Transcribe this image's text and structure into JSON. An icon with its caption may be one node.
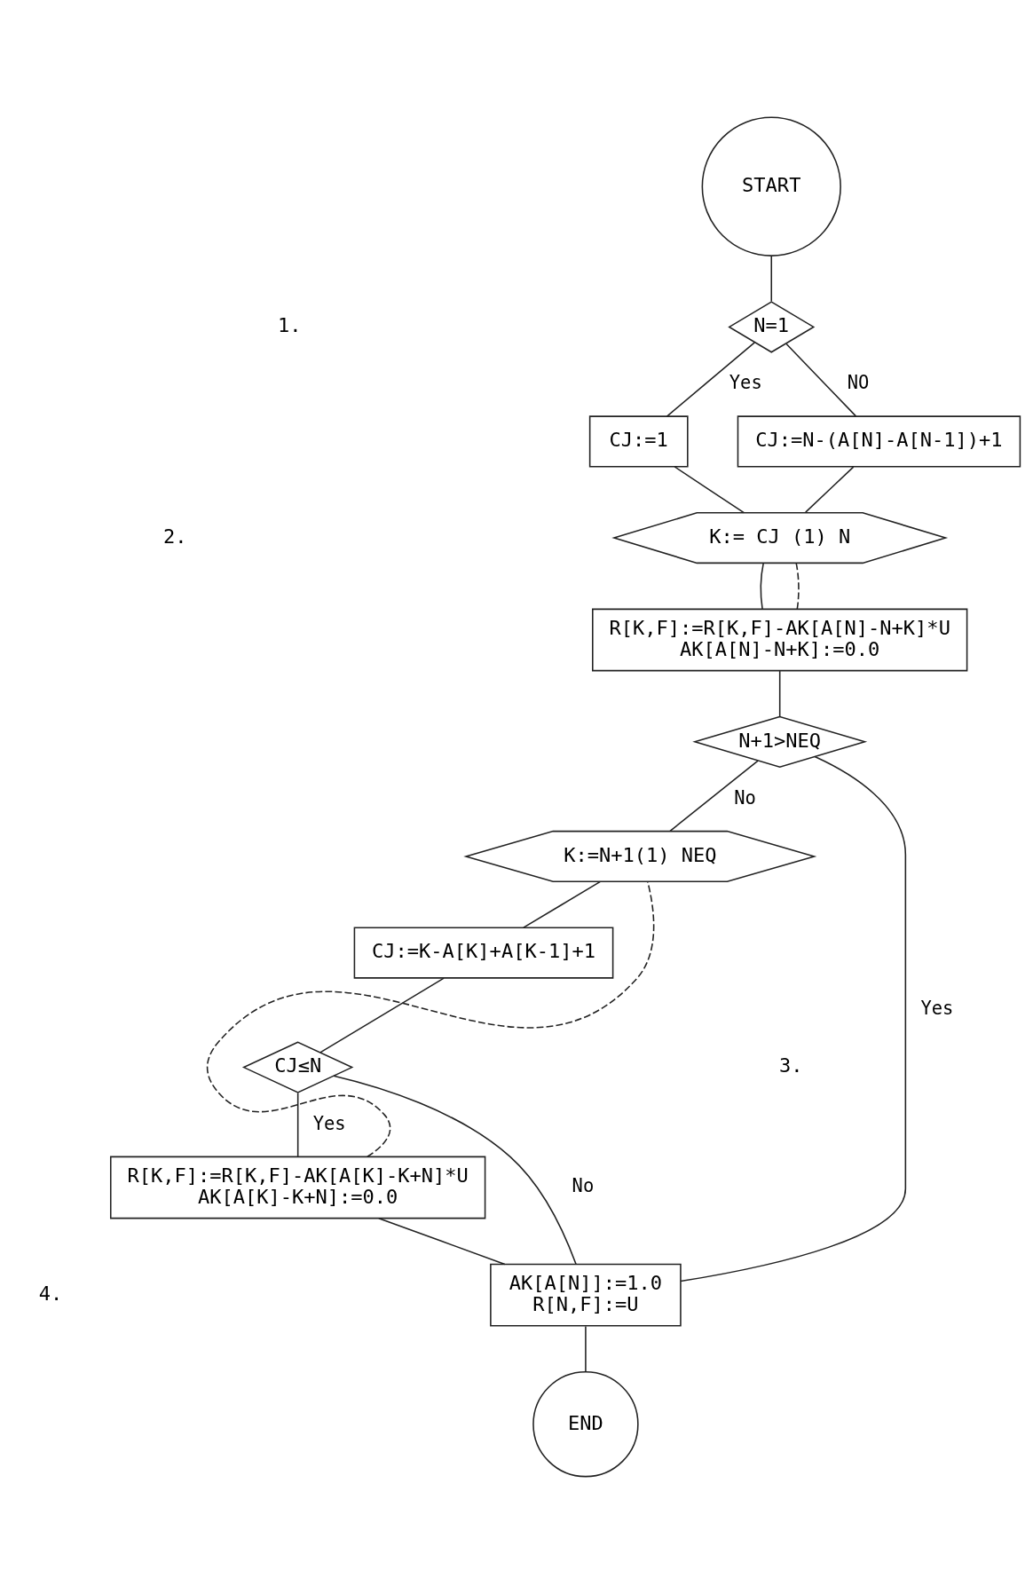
{
  "diagram": {
    "nodes": [
      {
        "text": [
          "START"
        ]
      },
      {
        "text": [
          "N=1"
        ]
      },
      {
        "text": [
          "CJ:=1"
        ]
      },
      {
        "text": [
          "CJ:=N-(A[N]-A[N-1])+1"
        ]
      },
      {
        "text": [
          "K:= CJ (1) N"
        ]
      },
      {
        "text": [
          "R[K,F]:=R[K,F]-AK[A[N]-N+K]*U",
          "AK[A[N]-N+K]:=0.0"
        ]
      },
      {
        "text": [
          "N+1>NEQ"
        ]
      },
      {
        "text": [
          "K:=N+1(1) NEQ"
        ]
      },
      {
        "text": [
          "CJ:=K-A[K]+A[K-1]+1"
        ]
      },
      {
        "text": [
          "CJ≤N"
        ]
      },
      {
        "text": [
          "R[K,F]:=R[K,F]-AK[A[K]-K+N]*U",
          "AK[A[K]-K+N]:=0.0"
        ]
      },
      {
        "text": [
          "AK[A[N]]:=1.0",
          "R[N,F]:=U"
        ]
      },
      {
        "text": [
          "END"
        ]
      }
    ],
    "edges": [
      {
        "from": 0,
        "to": 1,
        "arrow": "none"
      },
      {
        "from": 1,
        "to": 2,
        "arrow": "none",
        "label": "Yes"
      },
      {
        "from": 1,
        "to": 3,
        "arrow": "none",
        "label": "NO"
      },
      {
        "from": 2,
        "to": 4,
        "arrow": "none"
      },
      {
        "from": 3,
        "to": 4,
        "arrow": "none"
      },
      {
        "from": 4,
        "to": 5,
        "arrow": "none"
      },
      {
        "from": 5,
        "to": 4,
        "arrow": "none",
        "style": "dashed"
      },
      {
        "from": 5,
        "to": 6,
        "arrow": "none"
      },
      {
        "from": 6,
        "to": 11,
        "arrow": "none",
        "label": "Yes"
      },
      {
        "from": 6,
        "to": 7,
        "arrow": "none",
        "label": "No"
      },
      {
        "from": 7,
        "to": 8,
        "arrow": "none"
      },
      {
        "from": 8,
        "to": 9,
        "arrow": "none"
      },
      {
        "from": 9,
        "to": 11,
        "arrow": "none",
        "label": "No"
      },
      {
        "from": 9,
        "to": 10,
        "arrow": "none",
        "label": "Yes"
      },
      {
        "from": 10,
        "to": 7,
        "arrow": "none",
        "style": "dashed"
      },
      {
        "from": 10,
        "to": 11,
        "arrow": "none"
      },
      {
        "from": 11,
        "to": 12,
        "arrow": "none"
      }
    ],
    "labels": [
      "1.",
      "2.",
      "3.",
      "4."
    ]
  }
}
